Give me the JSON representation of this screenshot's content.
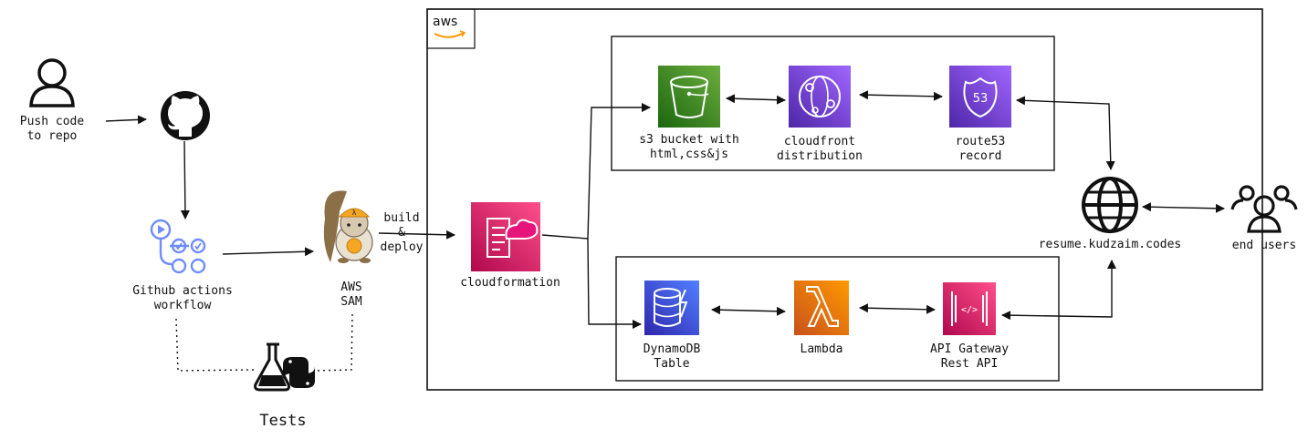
{
  "aws_badge": "aws",
  "actors": {
    "developer": {
      "label": "Push code\nto repo",
      "icon": "user-icon"
    },
    "end_users": {
      "label": "end users",
      "icon": "users-icon"
    }
  },
  "pipeline": {
    "github": {
      "icon": "github-icon"
    },
    "actions": {
      "label": "Github actions\nworkflow",
      "icon": "workflow-icon"
    },
    "sam": {
      "label": "AWS\nSAM",
      "icon": "sam-squirrel-icon"
    },
    "build_deploy": "build\n&\ndeploy",
    "tests": {
      "label": "Tests",
      "icon": "flask-python-icon"
    }
  },
  "aws": {
    "cloudformation": {
      "label": "cloudformation",
      "color": "#E7157B"
    },
    "frontend": {
      "s3": {
        "label": "s3 bucket with\nhtml,css&js",
        "color": "#3F8624"
      },
      "cloudfront": {
        "label": "cloudfront\ndistribution",
        "color": "#8C4FFF"
      },
      "route53": {
        "label": "route53\nrecord",
        "color": "#8C4FFF"
      }
    },
    "backend": {
      "dynamodb": {
        "label": "DynamoDB\nTable",
        "color": "#3B48CC"
      },
      "lambda": {
        "label": "Lambda",
        "color": "#ED7100"
      },
      "apigw": {
        "label": "API Gateway\nRest API",
        "color": "#E7157B"
      }
    }
  },
  "domain": {
    "label": "resume.kudzaim.codes",
    "icon": "globe-icon"
  }
}
